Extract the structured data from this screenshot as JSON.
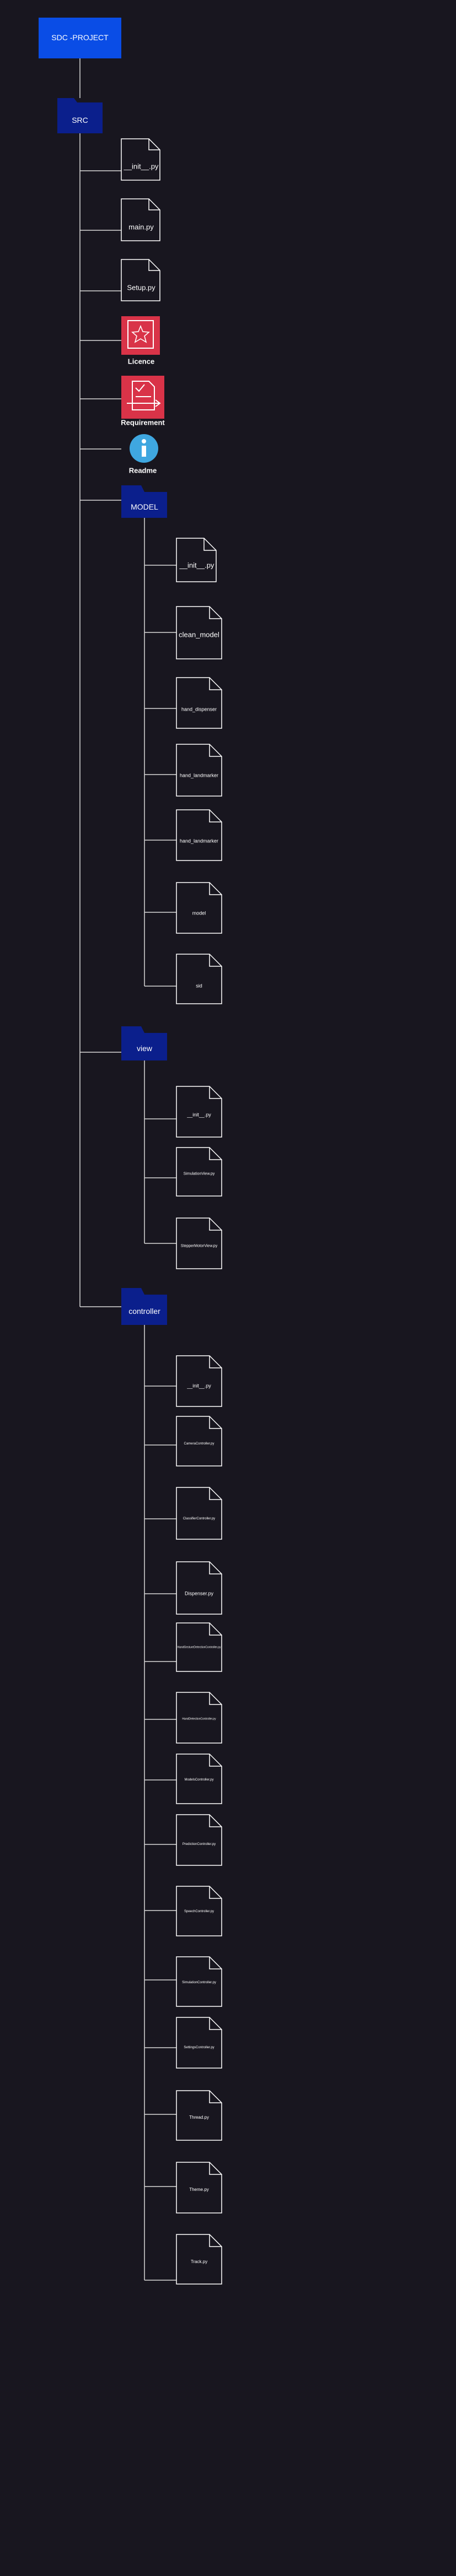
{
  "colors": {
    "background": "#18161f",
    "root_fill": "#0a4de6",
    "folder_fill": "#0b1f8c",
    "connector": "#d9d9d9",
    "file_stroke": "#ffffff",
    "license_icon": "#d93348",
    "info_icon": "#3fa7e0"
  },
  "tree": {
    "root": "SDC -PROJECT",
    "src": "SRC",
    "top_files": [
      "__init__.py",
      "main.py",
      "Setup.py"
    ],
    "licence": "Licence",
    "requirement": "Requirement",
    "readme": "Readme",
    "model_folder": "MODEL",
    "model_files": [
      "__init__.py",
      "clean_model",
      "hand_dispenser",
      "hand_landmarker",
      "hand_landmarker",
      "model",
      "sid"
    ],
    "view_folder": "view",
    "view_files": [
      "__init__.py",
      "SimulationView.py",
      "StepperMotorView.py"
    ],
    "controller_folder": "controller",
    "controller_files": [
      "__init__.py",
      "CameraController.py",
      "ClassifierController.py",
      "Dispenser.py",
      "HandGestureDetectionController.py",
      "HandDetectionController.py",
      "ModelsController.py",
      "PredictionController.py",
      "SpeechController.py",
      "SimulationController.py",
      "SettingsController.py",
      "Thread.py",
      "Theme.py",
      "Track.py"
    ]
  }
}
